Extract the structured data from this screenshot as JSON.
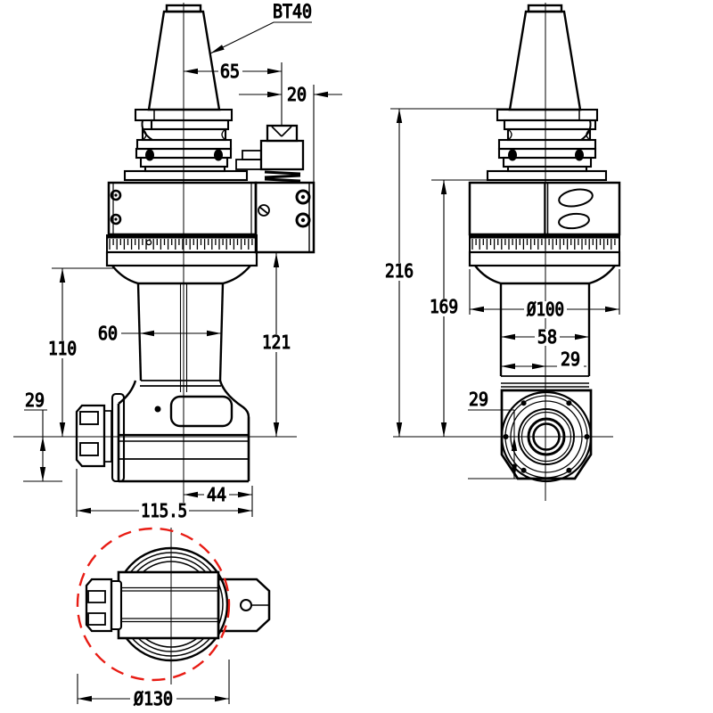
{
  "labels": {
    "taper_type": "BT40"
  },
  "front_view": {
    "dims": {
      "flange_to_stop_center": "65",
      "stop_center_to_arm_face": "20",
      "body_to_axis_height": "110",
      "neck_width": "60",
      "arm_to_axis_height": "121",
      "axis_to_bottom": "29",
      "center_to_front_edge": "44",
      "overall_length": "115.5"
    }
  },
  "side_view": {
    "dims": {
      "gauge_to_axis": "216",
      "body_top_to_axis": "169",
      "body_diameter": "Ø100",
      "neck_width": "58",
      "axis_offset": "29",
      "axis_to_bottom": "29"
    }
  },
  "bottom_view": {
    "dims": {
      "swing_diameter": "Ø130"
    }
  },
  "colors": {
    "line": "#000000",
    "swing_circle": "#e81c14",
    "background": "#ffffff"
  }
}
